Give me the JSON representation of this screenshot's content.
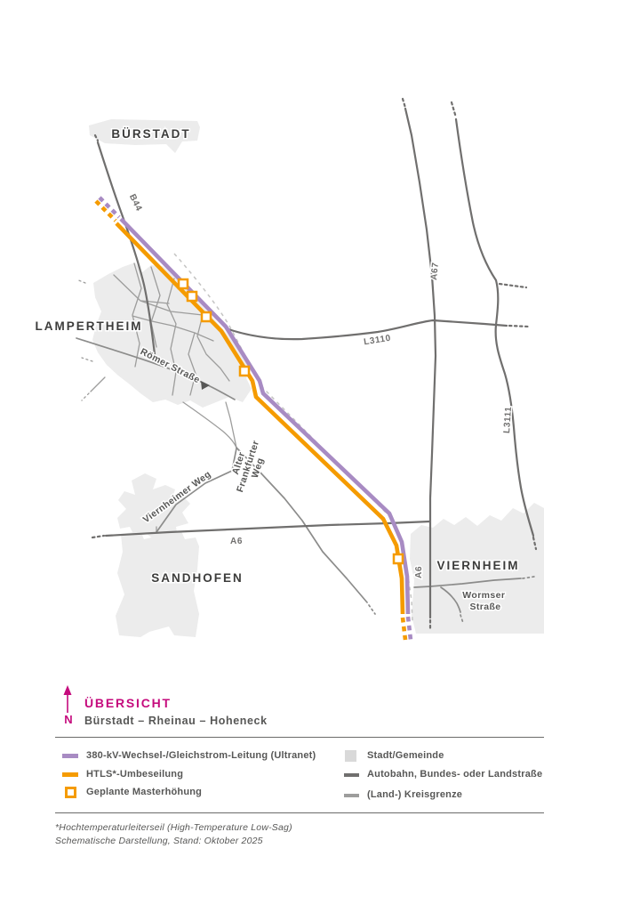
{
  "header": {
    "north_label": "N",
    "title": "ÜBERSICHT",
    "subtitle": "Bürstadt – Rheinau – Hoheneck"
  },
  "map": {
    "city_labels": {
      "buerstadt": "BÜRSTADT",
      "lampertheim": "LAMPERTHEIM",
      "sandhofen": "SANDHOFEN",
      "viernheim": "VIERNHEIM"
    },
    "road_labels": {
      "b44": "B44",
      "a67": "A67",
      "a6_vertical": "A6",
      "a6_horizontal": "A6",
      "l3110": "L3110",
      "l3111": "L3111"
    },
    "street_labels": {
      "roemer": "Römer Straße",
      "viernheimer_weg": "Viernheimer Weg",
      "alter_frankfurter_weg": [
        "Alter",
        "Frankfurter",
        "Weg"
      ],
      "wormser": [
        "Wormser",
        "Straße"
      ]
    }
  },
  "legend": {
    "items_left": [
      {
        "swatch": "purple-line",
        "label": "380-kV-Wechsel-/Gleichstrom-Leitung (Ultranet)"
      },
      {
        "swatch": "orange-line",
        "label": "HTLS*-Umbeseilung"
      },
      {
        "swatch": "orange-square",
        "label": "Geplante Masterhöhung"
      }
    ],
    "items_right": [
      {
        "swatch": "gray-square",
        "label": "Stadt/Gemeinde"
      },
      {
        "swatch": "dark-gray-line",
        "label": "Autobahn, Bundes- oder Landstraße"
      },
      {
        "swatch": "light-gray-line",
        "label": "(Land-) Kreisgrenze"
      }
    ]
  },
  "footnotes": [
    "*Hochtemperaturleiterseil (High-Temperature Low-Sag)",
    "Schematische Darstellung, Stand: Oktober 2025"
  ],
  "colors": {
    "ultranet_purple": "#A88BC3",
    "htls_orange": "#F59B00",
    "accent_magenta": "#C50B7D",
    "city_fill": "#ECECEC",
    "major_road": "#706F6E",
    "minor_road": "#9D9D9C",
    "text_dark": "#3C3C3B",
    "text_gray": "#575756"
  }
}
